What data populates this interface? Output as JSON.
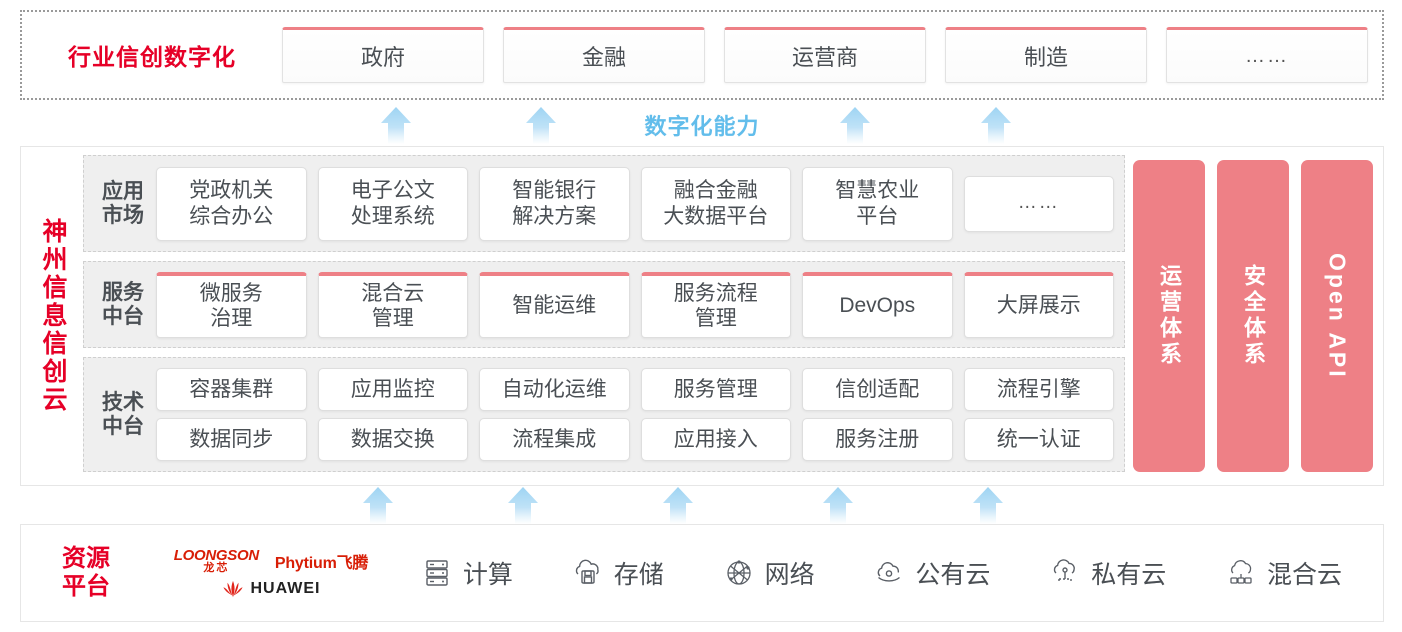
{
  "industry": {
    "title": "行业信创数字化",
    "boxes": [
      {
        "label": "政府",
        "type": "text"
      },
      {
        "label": "金融",
        "type": "text"
      },
      {
        "label": "运营商",
        "type": "text"
      },
      {
        "label": "制造",
        "type": "text"
      },
      {
        "label": "……",
        "type": "dots"
      }
    ]
  },
  "capability": {
    "label": "数字化能力",
    "color": "#62BDEB",
    "arrow_count_top": 4,
    "arrow_count_bottom": 5
  },
  "cloud": {
    "title_chars": [
      "神",
      "州",
      "信",
      "息",
      "信",
      "创",
      "云"
    ],
    "title_color": "#E60027",
    "layers": [
      {
        "name": "application-market",
        "label_lines": [
          "应用",
          "市场"
        ],
        "cells": [
          {
            "lines": [
              "党政机关",
              "综合办公"
            ],
            "style": "plain"
          },
          {
            "lines": [
              "电子公文",
              "处理系统"
            ],
            "style": "plain"
          },
          {
            "lines": [
              "智能银行",
              "解决方案"
            ],
            "style": "plain"
          },
          {
            "lines": [
              "融合金融",
              "大数据平台"
            ],
            "style": "plain"
          },
          {
            "lines": [
              "智慧农业",
              "平台"
            ],
            "style": "plain"
          },
          {
            "lines": [
              "……"
            ],
            "style": "dots"
          }
        ]
      },
      {
        "name": "service-middle-platform",
        "label_lines": [
          "服务",
          "中台"
        ],
        "cells": [
          {
            "lines": [
              "微服务",
              "治理"
            ],
            "style": "pinktop"
          },
          {
            "lines": [
              "混合云",
              "管理"
            ],
            "style": "pinktop"
          },
          {
            "lines": [
              "智能运维"
            ],
            "style": "pinktop"
          },
          {
            "lines": [
              "服务流程",
              "管理"
            ],
            "style": "pinktop"
          },
          {
            "lines": [
              "DevOps"
            ],
            "style": "pinktop"
          },
          {
            "lines": [
              "大屏展示"
            ],
            "style": "pinktop"
          }
        ]
      },
      {
        "name": "technology-middle-platform",
        "label_lines": [
          "技术",
          "中台"
        ],
        "rows": [
          [
            "容器集群",
            "应用监控",
            "自动化运维",
            "服务管理",
            "信创适配",
            "流程引擎"
          ],
          [
            "数据同步",
            "数据交换",
            "流程集成",
            "应用接入",
            "服务注册",
            "统一认证"
          ]
        ]
      }
    ],
    "pillars": [
      {
        "text": "运营体系",
        "orientation": "upright",
        "color": "#EE8086"
      },
      {
        "text": "安全体系",
        "orientation": "upright",
        "color": "#EE8086"
      },
      {
        "text": "Open API",
        "orientation": "mixed",
        "color": "#EE8086"
      }
    ]
  },
  "resource": {
    "title_lines": [
      "资源",
      "平台"
    ],
    "title_color": "#E60027",
    "logos": [
      {
        "name": "loongson-logo",
        "line1": "LOONGSON",
        "line2": "龙芯"
      },
      {
        "name": "phytium-logo",
        "text": "Phytium飞腾"
      },
      {
        "name": "huawei-logo",
        "text": "HUAWEI"
      }
    ],
    "items": [
      {
        "icon": "server-icon",
        "label": "计算"
      },
      {
        "icon": "cloud-storage-icon",
        "label": "存储"
      },
      {
        "icon": "network-globe-icon",
        "label": "网络"
      },
      {
        "icon": "public-cloud-icon",
        "label": "公有云"
      },
      {
        "icon": "private-cloud-icon",
        "label": "私有云"
      },
      {
        "icon": "hybrid-cloud-icon",
        "label": "混合云"
      }
    ]
  }
}
